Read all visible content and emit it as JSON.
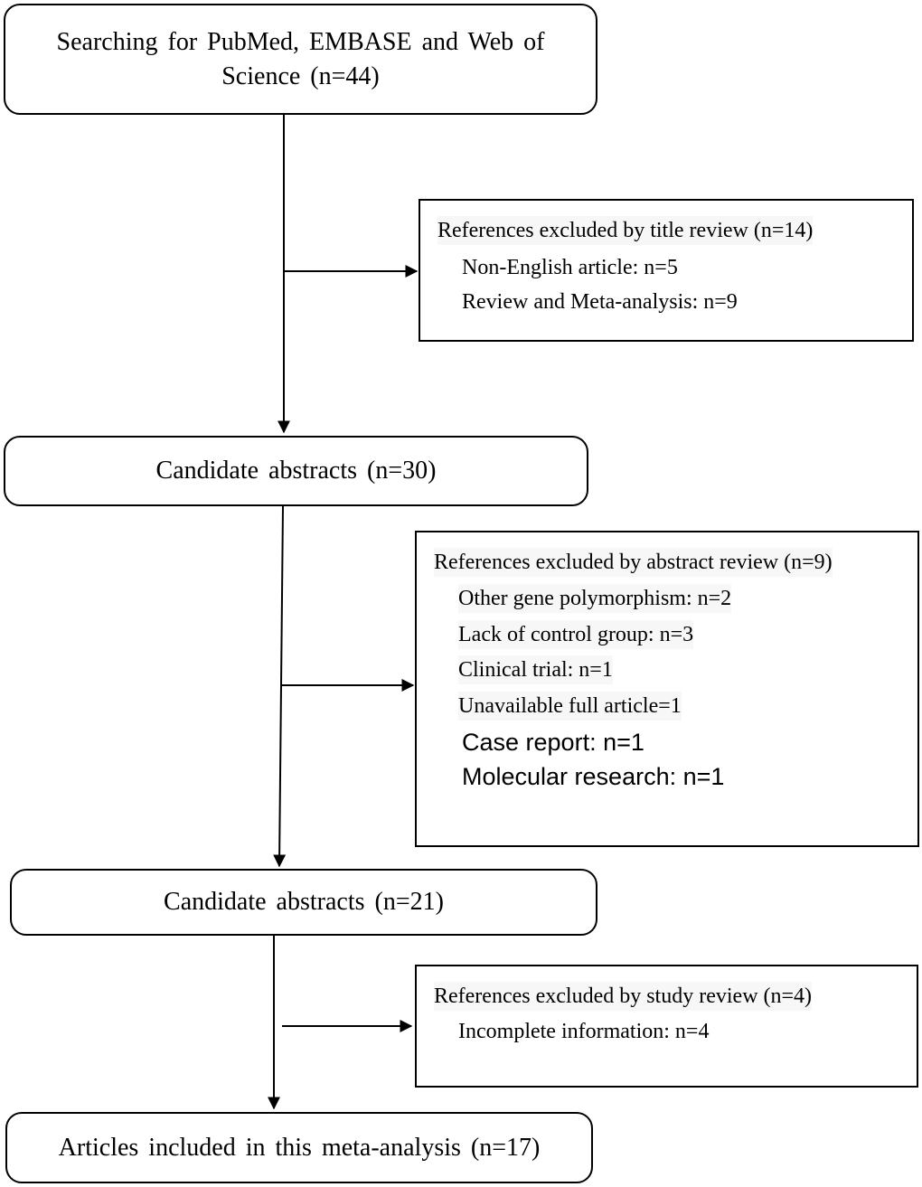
{
  "stages": [
    {
      "text": "Searching for PubMed, EMBASE and Web of Science (n=44)"
    },
    {
      "text": "Candidate abstracts (n=30)"
    },
    {
      "text": "Candidate abstracts (n=21)"
    },
    {
      "text": "Articles included in this meta-analysis (n=17)"
    }
  ],
  "exclusions": [
    {
      "title": "References excluded by title review (n=14)",
      "items": [
        "Non-English article: n=5",
        "Review and Meta-analysis: n=9"
      ]
    },
    {
      "title": "References excluded by abstract review (n=9)",
      "items": [
        "Other gene polymorphism: n=2",
        "Lack of control group: n=3",
        "Clinical trial: n=1",
        "Unavailable full article=1",
        "Case report: n=1",
        "Molecular research: n=1"
      ]
    },
    {
      "title": "References excluded by study review (n=4)",
      "items": [
        "Incomplete information: n=4"
      ]
    }
  ]
}
